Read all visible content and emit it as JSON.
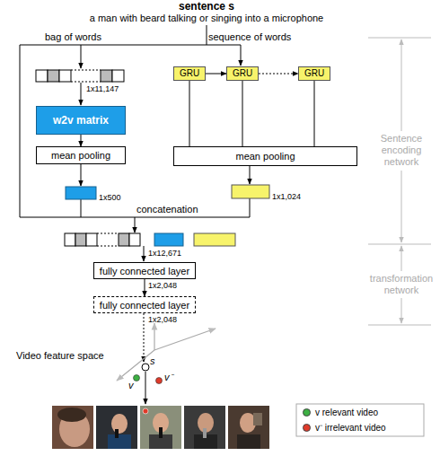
{
  "diagram": {
    "nodes": [
      {
        "text": [
          "w2v matrix"
        ]
      },
      {
        "text": [
          "mean pooling"
        ]
      },
      {
        "text": [
          "GRU"
        ]
      },
      {
        "text": [
          "GRU"
        ]
      },
      {
        "text": [
          "GRU"
        ]
      },
      {
        "text": [
          "mean pooling"
        ]
      },
      {
        "text": [
          "fully connected layer"
        ]
      },
      {
        "text": [
          "fully connected layer"
        ]
      }
    ],
    "edges": [
      {
        "from": 0,
        "to": 1,
        "arrow": "to"
      },
      {
        "from": 2,
        "to": 3,
        "arrow": "to"
      },
      {
        "from": 3,
        "to": 4,
        "arrow": "to"
      },
      {
        "from": 2,
        "to": 5,
        "arrow": "none"
      },
      {
        "from": 3,
        "to": 5,
        "arrow": "none"
      },
      {
        "from": 4,
        "to": 5,
        "arrow": "none"
      },
      {
        "from": 6,
        "to": 7,
        "arrow": "to"
      }
    ],
    "labels": [
      "sentence s",
      "a man with beard talking or singing into a microphone",
      "bag of words",
      "sequence of words",
      "1x11,147",
      "1x500",
      "1x1,024",
      "concatenation",
      "1x12,671",
      "1x2,048",
      "1x2,048",
      "Sentence encoding network",
      "transformation network",
      "Video feature space",
      "s",
      "v",
      "v⁻"
    ],
    "legend": [
      {
        "text": "v relevant video",
        "color": "#3cb043"
      },
      {
        "text": "v⁻ irrelevant video",
        "color": "#e03a2a"
      }
    ]
  }
}
